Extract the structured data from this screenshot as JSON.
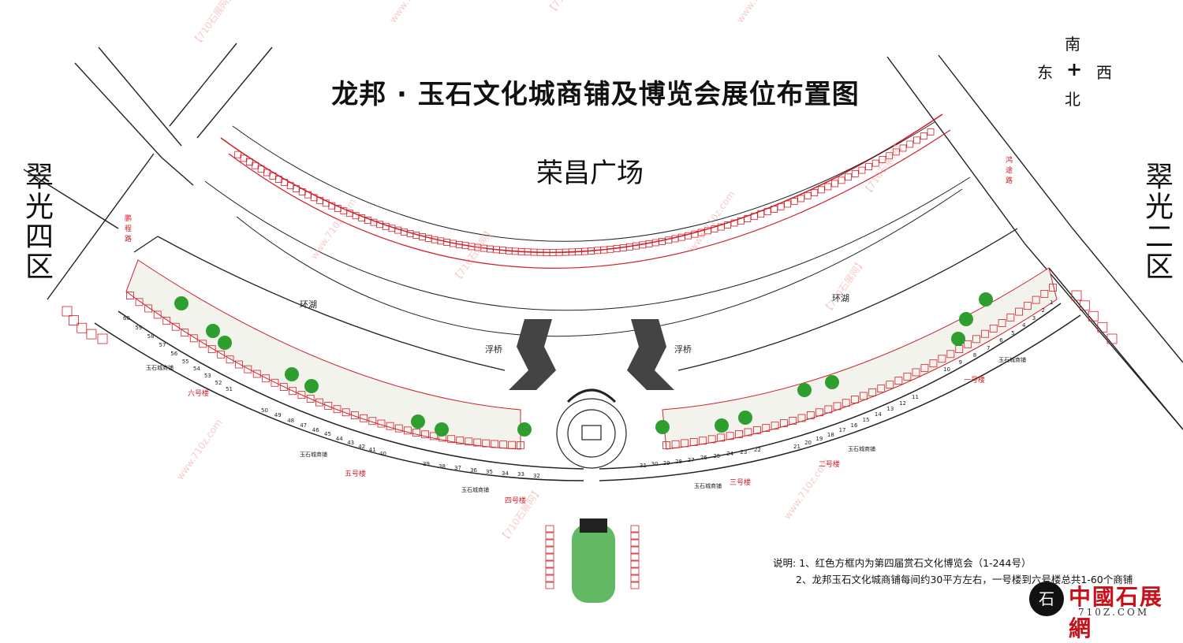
{
  "title": "龙邦 · 玉石文化城商铺及博览会展位布置图",
  "plaza": "荣昌广场",
  "districts": {
    "left": "翠光四区",
    "right": "翠光二区"
  },
  "compass": {
    "north_top": "南",
    "east": "东",
    "west": "西",
    "south_bottom": "北",
    "cross": "+"
  },
  "roads": {
    "left": "鹏程路",
    "right": "鸿途路"
  },
  "areas": {
    "lake_left": "环湖",
    "lake_right": "环湖",
    "bridge_left": "浮桥",
    "bridge_right": "浮桥"
  },
  "buildings": {
    "b1": "一号楼",
    "b2": "二号楼",
    "b3": "三号楼",
    "b4": "四号楼",
    "b5": "五号楼",
    "b6": "六号楼",
    "shop_label": "玉石城商铺"
  },
  "shop_numbers": [
    1,
    2,
    3,
    4,
    5,
    6,
    7,
    8,
    9,
    10,
    11,
    12,
    13,
    14,
    15,
    16,
    17,
    18,
    19,
    20,
    21,
    22,
    23,
    24,
    25,
    26,
    27,
    28,
    29,
    30,
    31,
    32,
    33,
    34,
    35,
    36,
    37,
    38,
    39,
    40,
    41,
    42,
    43,
    44,
    45,
    46,
    47,
    48,
    49,
    50,
    51,
    52,
    53,
    54,
    55,
    56,
    57,
    58,
    59,
    60
  ],
  "notes": {
    "prefix": "说明: ",
    "line1": "1、红色方框内为第四届赏石文化博览会（1-244号）",
    "line2": "2、龙邦玉石文化城商铺每间约30平方左右，一号楼到六号楼总共1-60个商铺"
  },
  "logo": {
    "badge": "石",
    "name": "中國石展網",
    "domain": "710Z.COM"
  },
  "watermark": {
    "text": "【710石展网】",
    "url": "www.710z.com"
  },
  "colors": {
    "booth": "#d0202a",
    "road": "#222222",
    "tree": "#2e9e2e",
    "ink": "#111111"
  }
}
